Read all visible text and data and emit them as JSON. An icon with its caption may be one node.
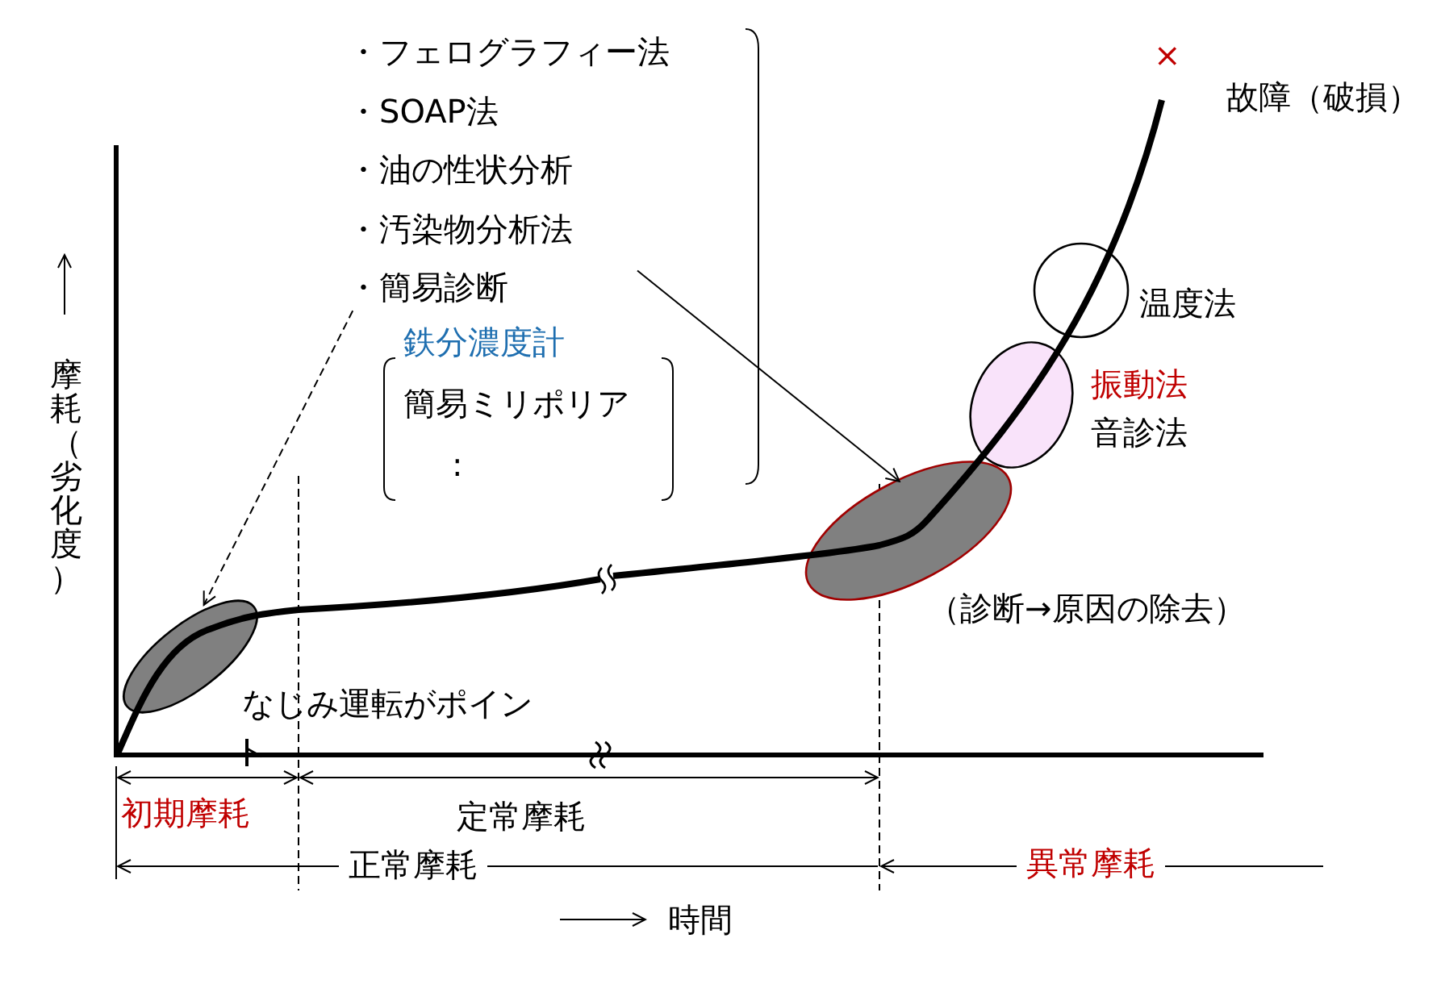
{
  "diagram": {
    "nodes": [
      {
        "text": [
          "・フェログラフィー法",
          "・SOAP法",
          "・油の性状分析",
          "・汚染物分析法",
          "・簡易診断"
        ]
      },
      {
        "text": [
          "鉄分濃度計",
          "簡易ミリポリア",
          ":"
        ]
      },
      {
        "text": [],
        "shape": "ellipse"
      },
      {
        "text": [],
        "shape": "ellipse",
        "beside": [
          "（診断→原因の除去）"
        ]
      },
      {
        "text": [],
        "shape": "ellipse",
        "beside": [
          "振動法",
          "音診法"
        ]
      },
      {
        "text": [],
        "shape": "circle",
        "beside": [
          "温度法"
        ]
      }
    ],
    "edges": [
      {
        "from": 0,
        "to": 2,
        "arrow": "to",
        "style": "dashed"
      },
      {
        "from": 0,
        "to": 3,
        "arrow": "to"
      }
    ],
    "labels": [
      "×",
      "故障（破損）",
      "摩耗（劣化度）",
      "なじみ運転がポイン",
      "初期摩耗",
      "定常摩耗",
      "正常摩耗",
      "異常摩耗",
      "時間"
    ]
  }
}
